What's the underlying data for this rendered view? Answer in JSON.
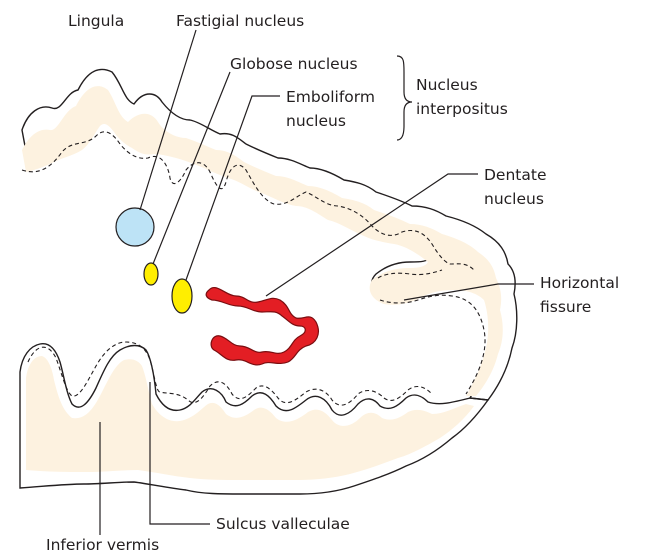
{
  "labels": {
    "lingula": "Lingula",
    "fastigial": "Fastigial nucleus",
    "globose": "Globose nucleus",
    "emboliform_1": "Emboliform",
    "emboliform_2": "nucleus",
    "interpositus_1": "Nucleus",
    "interpositus_2": "interpositus",
    "dentate_1": "Dentate",
    "dentate_2": "nucleus",
    "horizontal_1": "Horizontal",
    "horizontal_2": "fissure",
    "sulcus": "Sulcus valleculae",
    "inferior_vermis": "Inferior vermis"
  },
  "colors": {
    "cortex": "#f3d0b2",
    "white_matter": "#fdf2e0",
    "fastigial": "#bde3f6",
    "globose": "#ffee00",
    "emboliform": "#ffee00",
    "dentate": "#e31e24"
  }
}
